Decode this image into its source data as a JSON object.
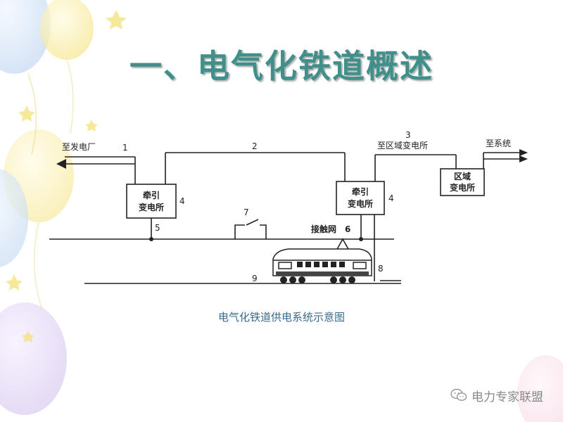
{
  "slide": {
    "title": "一、电气化铁道概述",
    "caption": "电气化铁道供电系统示意图",
    "watermark": "电力专家联盟",
    "title_color": "#3f8f8a",
    "caption_color": "#3a6a8a"
  },
  "diagram": {
    "substation_left": {
      "line1": "牵引",
      "line2": "变电所"
    },
    "substation_right": {
      "line1": "牵引",
      "line2": "变电所"
    },
    "district_substation": {
      "line1": "区域",
      "line2": "变电所"
    },
    "labels": {
      "to_power_plant": "至发电厂",
      "to_district_substation": "至区域变电所",
      "to_system": "至系统",
      "catenary": "接触网"
    },
    "numbers": {
      "n1": "1",
      "n2": "2",
      "n3": "3",
      "n4_left": "4",
      "n4_right": "4",
      "n5": "5",
      "n6": "6",
      "n7": "7",
      "n8": "8",
      "n9": "9"
    }
  }
}
